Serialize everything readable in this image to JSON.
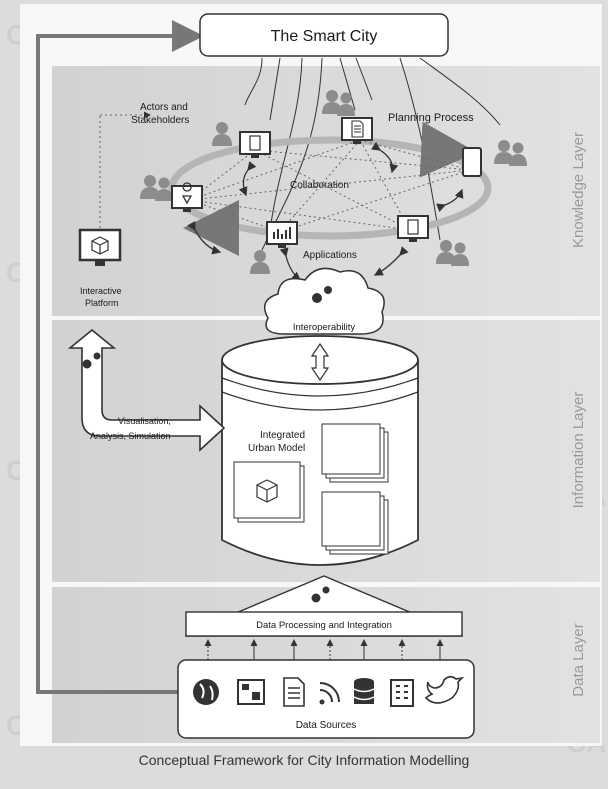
{
  "title_box": "The Smart City",
  "knowledge": {
    "actors": [
      "Actors and",
      "Stakeholders"
    ],
    "planning": "Planning Process",
    "collaboration": "Collaboration",
    "applications": "Applications",
    "interactive": [
      "Interactive",
      "Platform"
    ]
  },
  "information": {
    "interoperability": "Interoperability",
    "visualisation": [
      "Visualisation,",
      "Analysis, Simulation"
    ],
    "model": [
      "Integrated",
      "Urban Model"
    ]
  },
  "data": {
    "processing": "Data Processing and Integration",
    "sources": "Data Sources"
  },
  "layers": {
    "knowledge": "Knowledge Layer",
    "information": "Information Layer",
    "data": "Data Layer"
  },
  "caption": "Conceptual Framework for City Information Modelling",
  "watermarks": [
    "CA",
    "CA",
    "CA",
    "CA",
    "CA",
    "CA",
    "CA",
    "CA"
  ],
  "colors": {
    "panel": "#e9e9e9",
    "white": "#ffffff",
    "border": "#555555",
    "person": "#8f8f8f",
    "ring": "#b9b9b9"
  }
}
